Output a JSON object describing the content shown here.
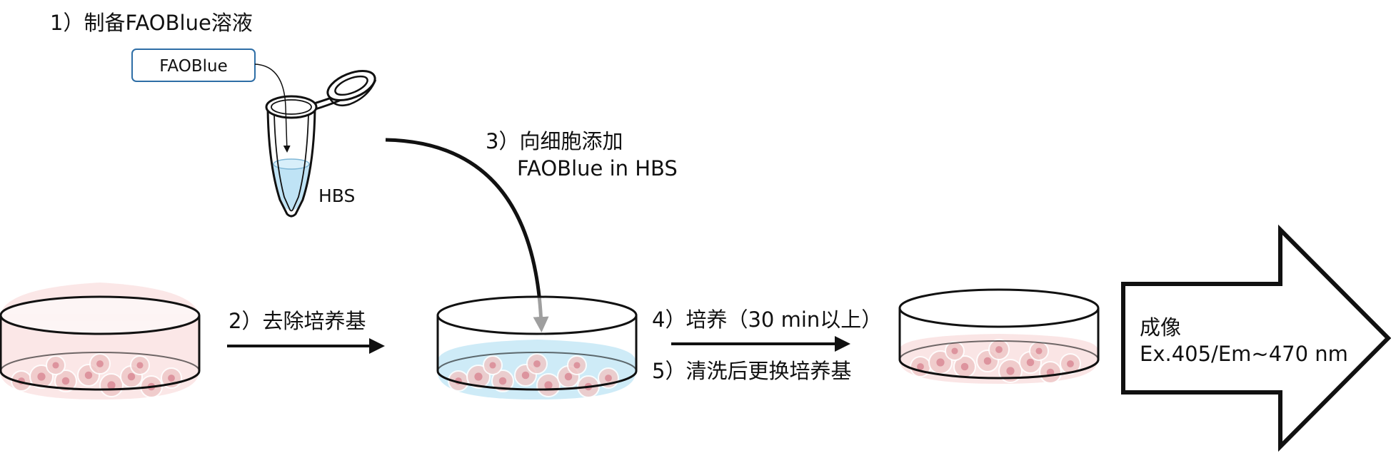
{
  "steps": {
    "step1": "1）制备FAOBlue溶液",
    "step2": "2）去除培养基",
    "step3_line1": "3）向细胞添加",
    "step3_line2": "FAOBlue in HBS",
    "step4": "4）培养（30 min以上）",
    "step5": "5）清洗后更换培养基"
  },
  "reagent_box": {
    "label": "FAOBlue"
  },
  "tube": {
    "label": "HBS",
    "liquid_color": "#bfe3f5"
  },
  "imaging": {
    "line1": "成像",
    "line2": "Ex.405/Em~470 nm"
  },
  "colors": {
    "medium_pink": "#f7d3d3",
    "medium_blue": "#c6e8f6",
    "cell_fill": "#efc8c8",
    "cell_nucleus": "#d98a95",
    "box_border": "#2e6ea6"
  }
}
